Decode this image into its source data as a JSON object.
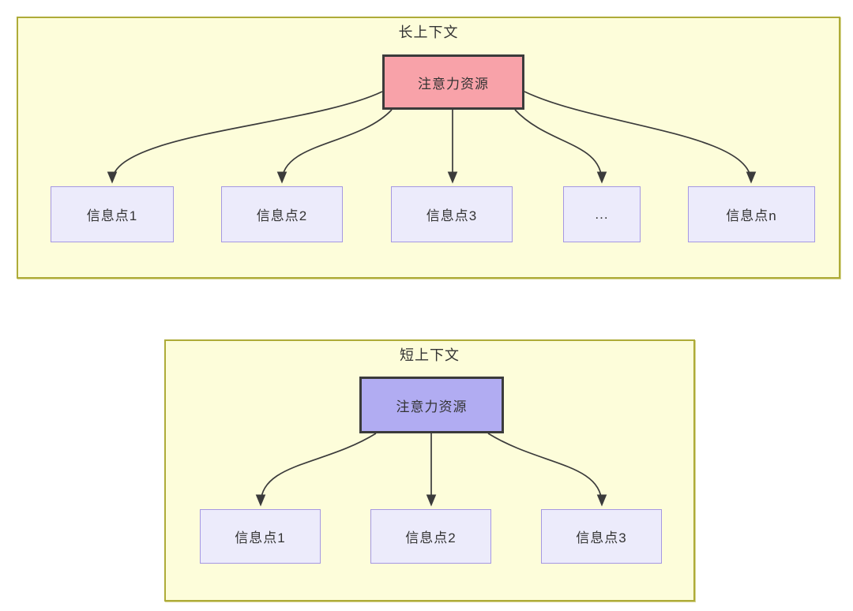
{
  "diagrams": [
    {
      "id": "long-context",
      "title": "长上下文",
      "root": {
        "label": "注意力资源",
        "fill": "#f8a2a9",
        "border": "#3b3b3b"
      },
      "children": [
        {
          "label": "信息点1"
        },
        {
          "label": "信息点2"
        },
        {
          "label": "信息点3"
        },
        {
          "label": "..."
        },
        {
          "label": "信息点n"
        }
      ]
    },
    {
      "id": "short-context",
      "title": "短上下文",
      "root": {
        "label": "注意力资源",
        "fill": "#b1acf2",
        "border": "#3b3b3b"
      },
      "children": [
        {
          "label": "信息点1"
        },
        {
          "label": "信息点2"
        },
        {
          "label": "信息点3"
        }
      ]
    }
  ],
  "colors": {
    "page_background": "#ffffff",
    "container_fill": "#fdfdda",
    "container_border": "#aeab38",
    "child_fill": "#ecebfb",
    "child_border": "#a598e2",
    "arrow": "#3b3b3b",
    "text": "#333333"
  }
}
